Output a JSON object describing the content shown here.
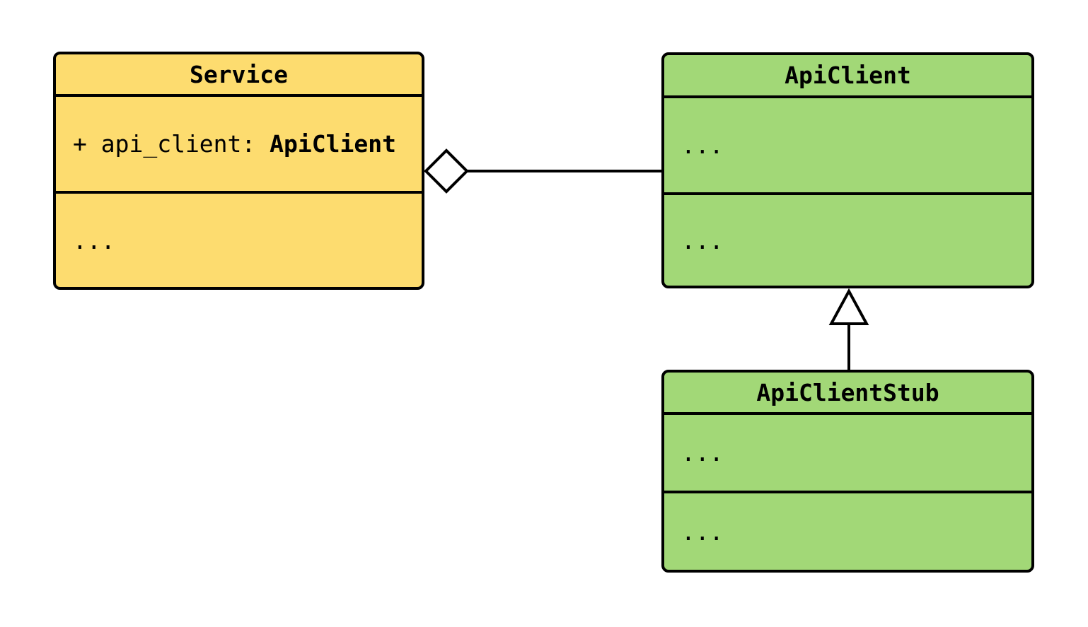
{
  "diagram": {
    "kind": "uml-class-diagram",
    "background": "#FFFFFF",
    "colors": {
      "service_fill": "#FDDC6F",
      "client_fill": "#A2D877",
      "stroke": "#000000",
      "marker_fill": "#FFFFFF"
    },
    "classes": {
      "service": {
        "title": "Service",
        "attribute_prefix": "+ api_client: ",
        "attribute_type": "ApiClient",
        "methods_placeholder": "..."
      },
      "api_client": {
        "title": "ApiClient",
        "attributes_placeholder": "...",
        "methods_placeholder": "..."
      },
      "api_client_stub": {
        "title": "ApiClientStub",
        "attributes_placeholder": "...",
        "methods_placeholder": "..."
      }
    },
    "relationships": [
      {
        "type": "aggregation",
        "from": "Service",
        "to": "ApiClient",
        "marker": "open-diamond"
      },
      {
        "type": "inheritance",
        "from": "ApiClientStub",
        "to": "ApiClient",
        "marker": "open-triangle"
      }
    ]
  }
}
